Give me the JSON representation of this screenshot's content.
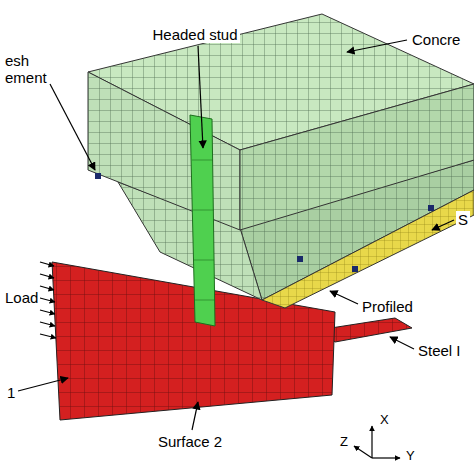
{
  "diagram": {
    "labels": [
      "Headed stud",
      "Concre",
      "esh ement",
      "Load",
      "S",
      "Profiled",
      "Steel I",
      "1",
      "Surface 2",
      "Z",
      "X",
      "Y"
    ]
  }
}
